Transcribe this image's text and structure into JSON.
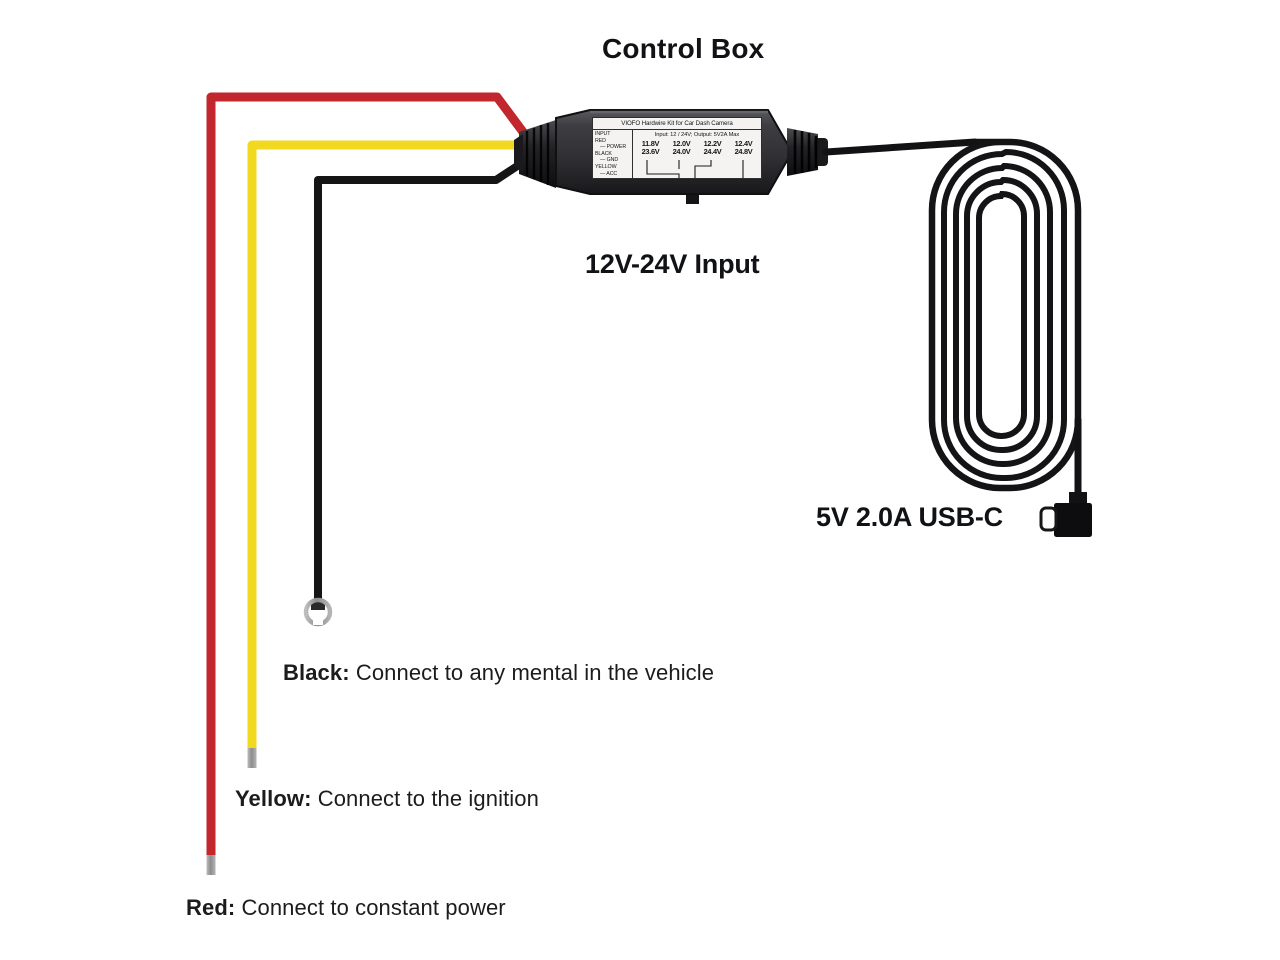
{
  "diagram": {
    "title": "Control Box",
    "input_spec": "12V-24V Input",
    "output_spec": "5V 2.0A USB-C"
  },
  "control_box": {
    "printed_label": {
      "brand_line": "VIOFO Hardwire Kit for Car Dash Camera",
      "input_output_line": "Input: 12 / 24V; Output: 5V2A Max",
      "wire_legend": [
        "INPUT",
        "RED",
        "— POWER",
        "BLACK",
        "— GND",
        "YELLOW",
        "— ACC"
      ],
      "voltage_columns": [
        {
          "low": "11.8V",
          "high": "23.6V"
        },
        {
          "low": "12.0V",
          "high": "24.0V"
        },
        {
          "low": "12.2V",
          "high": "24.4V"
        },
        {
          "low": "12.4V",
          "high": "24.8V"
        }
      ]
    }
  },
  "wires": [
    {
      "id": "black",
      "name": "Black",
      "lead": "Black:",
      "instruction": " Connect to any mental in the vehicle",
      "color": "#151515",
      "terminal": "ring-terminal"
    },
    {
      "id": "yellow",
      "name": "Yellow",
      "lead": "Yellow:",
      "instruction": " Connect to the ignition",
      "color": "#f0d91e",
      "terminal": "bare-tip"
    },
    {
      "id": "red",
      "name": "Red",
      "lead": "Red:",
      "instruction": " Connect to constant power",
      "color": "#c1272d",
      "terminal": "bare-tip"
    }
  ],
  "colors": {
    "background": "#ffffff",
    "wire_red": "#c1272d",
    "wire_yellow": "#f0d91e",
    "wire_black": "#151515",
    "cable_black": "#111111",
    "box_body": "#3c3c40",
    "box_dark": "#1d1d20",
    "label_face": "#f4f3f1",
    "terminal_metal": "#9a9a9a",
    "text": "#1a1a1a"
  }
}
